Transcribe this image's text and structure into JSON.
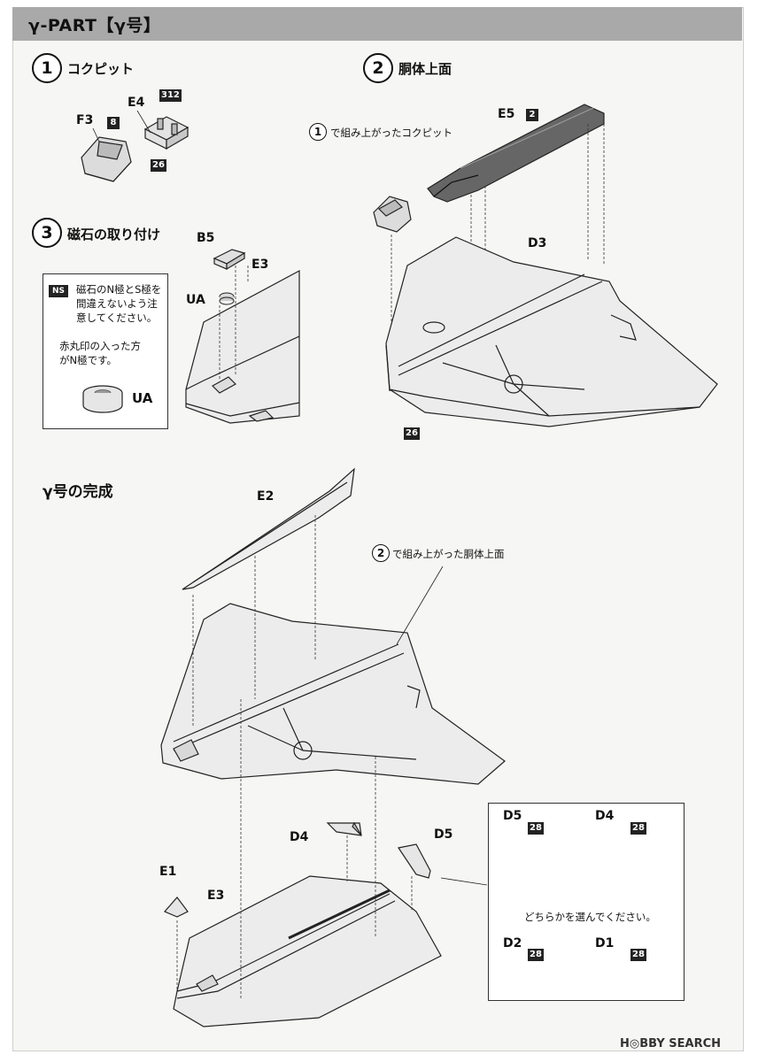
{
  "header": {
    "title": "γ-PART【γ号】"
  },
  "steps": {
    "s1": {
      "number": "1",
      "title": "コクピット"
    },
    "s2": {
      "number": "2",
      "title": "胴体上面",
      "sub_ref": "1",
      "sub_text": "で組み上がったコクピット"
    },
    "s3": {
      "number": "3",
      "title": "磁石の取り付け"
    }
  },
  "parts": {
    "F3": "F3",
    "E4": "E4",
    "E5": "E5",
    "D3": "D3",
    "B5": "B5",
    "E3a": "E3",
    "UA": "UA",
    "E2": "E2",
    "D4": "D4",
    "D5": "D5",
    "E1": "E1",
    "E3b": "E3",
    "choice_D5": "D5",
    "choice_D4": "D4",
    "choice_D2": "D2",
    "choice_D1": "D1"
  },
  "badges": {
    "f3": "8",
    "e4": "312",
    "e4b": "26",
    "e5": "2",
    "d3": "26",
    "cd5": "28",
    "cd4": "28",
    "cd2": "28",
    "cd1": "28"
  },
  "note": {
    "ns_label": "NS",
    "line1": "磁石のN極とS極を",
    "line2": "間違えないよう注",
    "line3": "意してください。",
    "line4": "赤丸印の入った方",
    "line5": "がN極です。",
    "ua": "UA"
  },
  "final": {
    "title": "γ号の完成",
    "ref_num": "2",
    "ref_text": "で組み上がった胴体上面",
    "choice_text": "どちらかを選んでください。"
  },
  "watermark": "H◎BBY SEARCH"
}
